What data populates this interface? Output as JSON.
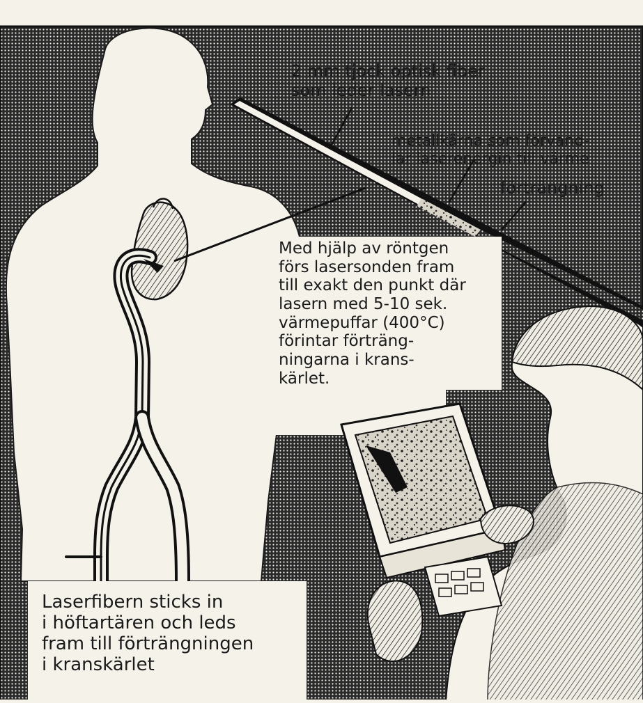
{
  "labels": {
    "fiber": "2 mm tjock optisk fiber\nsom leder lasern",
    "core": "metallkärna som förvand-\nlar laserenergin till värme",
    "stenosis": "förträngning",
    "procedure": "Med hjälp av röntgen\nförs lasersonden fram\ntill exakt den punkt där\nlasern med 5-10 sek.\nvärmepuffar (400°C)\nförintar förträng-\nningarna i krans-\nkärlet.",
    "entry": "Laserfibern sticks in\ni höftartären och leds\nfram till förträngningen\ni kranskärlet"
  }
}
